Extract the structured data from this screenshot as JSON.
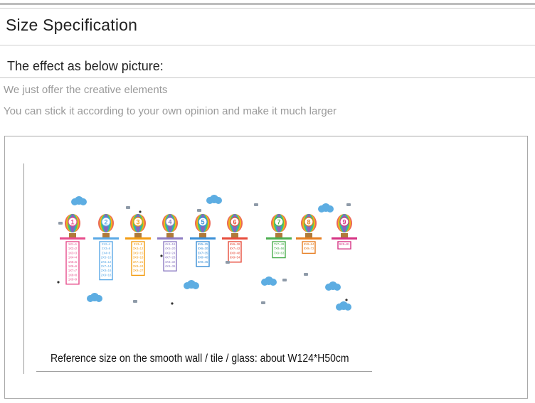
{
  "page": {
    "title": "Size Specification",
    "subtitle": "The effect as below picture:",
    "notes": [
      "We just offer the creative elements",
      "You can stick it according to your own opinion and make it much larger"
    ]
  },
  "illustration": {
    "caption": "Reference size on the smooth wall / tile / glass: about W124*H50cm",
    "balloons": [
      {
        "label": "1",
        "color": "#e74c8b",
        "rows": [
          "1X1=1",
          "1X2=2",
          "1X3=3",
          "1X4=4",
          "1X5=5",
          "1X6=6",
          "1X7=7",
          "1X8=8",
          "1X9=9"
        ]
      },
      {
        "label": "2",
        "color": "#5aa9e6",
        "rows": [
          "2X2=4",
          "2X3=6",
          "2X4=8",
          "2X5=10",
          "2X6=12",
          "2X7=14",
          "2X8=16",
          "2X9=18"
        ]
      },
      {
        "label": "3",
        "color": "#f39c12",
        "rows": [
          "3X3=9",
          "3X4=12",
          "3X5=15",
          "3X6=18",
          "3X7=21",
          "3X8=24",
          "3X9=27"
        ]
      },
      {
        "label": "4",
        "color": "#8e7cc3",
        "rows": [
          "4X4=16",
          "4X5=20",
          "4X6=24",
          "4X7=28",
          "4X8=32",
          "4X9=36"
        ]
      },
      {
        "label": "5",
        "color": "#3a8fd6",
        "rows": [
          "5X5=25",
          "5X6=30",
          "5X7=35",
          "5X8=40",
          "5X9=45"
        ]
      },
      {
        "label": "6",
        "color": "#e74c3c",
        "rows": [
          "6X6=36",
          "6X7=42",
          "6X8=48",
          "6X9=54"
        ]
      },
      {
        "label": "7",
        "color": "#4caf50",
        "rows": [
          "7X7=49",
          "7X8=56",
          "7X9=63"
        ]
      },
      {
        "label": "8",
        "color": "#e67e22",
        "rows": [
          "8X8=64",
          "8X9=72"
        ]
      },
      {
        "label": "9",
        "color": "#d63384",
        "rows": [
          "9X9=81"
        ]
      }
    ]
  }
}
